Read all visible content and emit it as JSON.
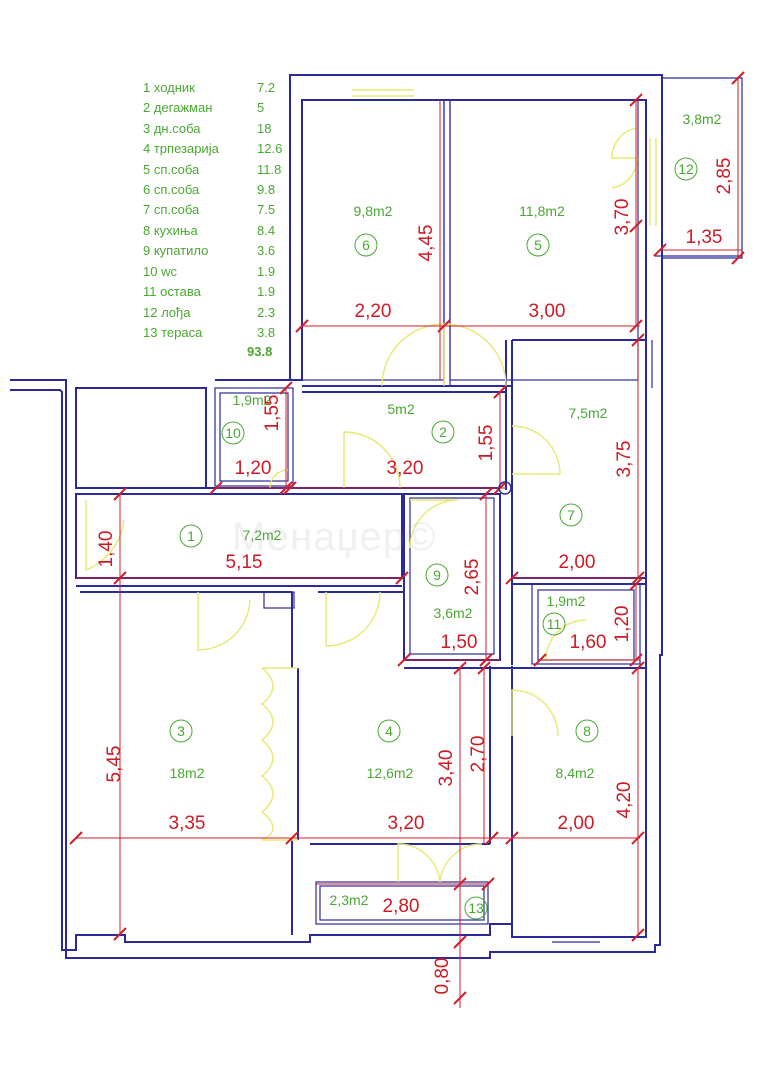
{
  "legend": {
    "items": [
      {
        "name": "1 ходник",
        "value": "7.2"
      },
      {
        "name": "2 дегажман",
        "value": "5"
      },
      {
        "name": "3 дн.соба",
        "value": "18"
      },
      {
        "name": "4 трпезарија",
        "value": "12.6"
      },
      {
        "name": "5 сп.соба",
        "value": "11.8"
      },
      {
        "name": "6 сп.соба",
        "value": "9.8"
      },
      {
        "name": "7 сп.соба",
        "value": "7.5"
      },
      {
        "name": "8 кухиња",
        "value": "8.4"
      },
      {
        "name": "9 купатило",
        "value": "3.6"
      },
      {
        "name": "10 wc",
        "value": "1.9"
      },
      {
        "name": "11 остава",
        "value": "1.9"
      },
      {
        "name": "12 лођа",
        "value": "2.3"
      },
      {
        "name": "13 тераса",
        "value": "3.8"
      }
    ],
    "total": "93.8"
  },
  "watermark": "Менаџер©",
  "rooms": {
    "r1": {
      "id": "1",
      "area": "7,2m2"
    },
    "r2": {
      "id": "2",
      "area": "5m2"
    },
    "r3": {
      "id": "3",
      "area": "18m2"
    },
    "r4": {
      "id": "4",
      "area": "12,6m2"
    },
    "r5": {
      "id": "5",
      "area": "11,8m2"
    },
    "r6": {
      "id": "6",
      "area": "9,8m2"
    },
    "r7": {
      "id": "7",
      "area": "7,5m2"
    },
    "r8": {
      "id": "8",
      "area": "8,4m2"
    },
    "r9": {
      "id": "9",
      "area": "3,6m2"
    },
    "r10": {
      "id": "10",
      "area": "1,9m2"
    },
    "r11": {
      "id": "11",
      "area": "1,9m2"
    },
    "r12": {
      "id": "12",
      "area": "3,8m2"
    },
    "r13": {
      "id": "13",
      "area": "2,3m2"
    }
  },
  "dims": {
    "d_445": "4,45",
    "d_220": "2,20",
    "d_370": "3,70",
    "d_300": "3,00",
    "d_285": "2,85",
    "d_135": "1,35",
    "d_155a": "1,55",
    "d_120a": "1,20",
    "d_155b": "1,55",
    "d_320a": "3,20",
    "d_375": "3,75",
    "d_140": "1,40",
    "d_515": "5,15",
    "d_265": "2,65",
    "d_200a": "2,00",
    "d_150": "1,50",
    "d_160": "1,60",
    "d_120b": "1,20",
    "d_545": "5,45",
    "d_335": "3,35",
    "d_340": "3,40",
    "d_270": "2,70",
    "d_320b": "3,20",
    "d_420": "4,20",
    "d_200b": "2,00",
    "d_280": "2,80",
    "d_080": "0,80"
  }
}
